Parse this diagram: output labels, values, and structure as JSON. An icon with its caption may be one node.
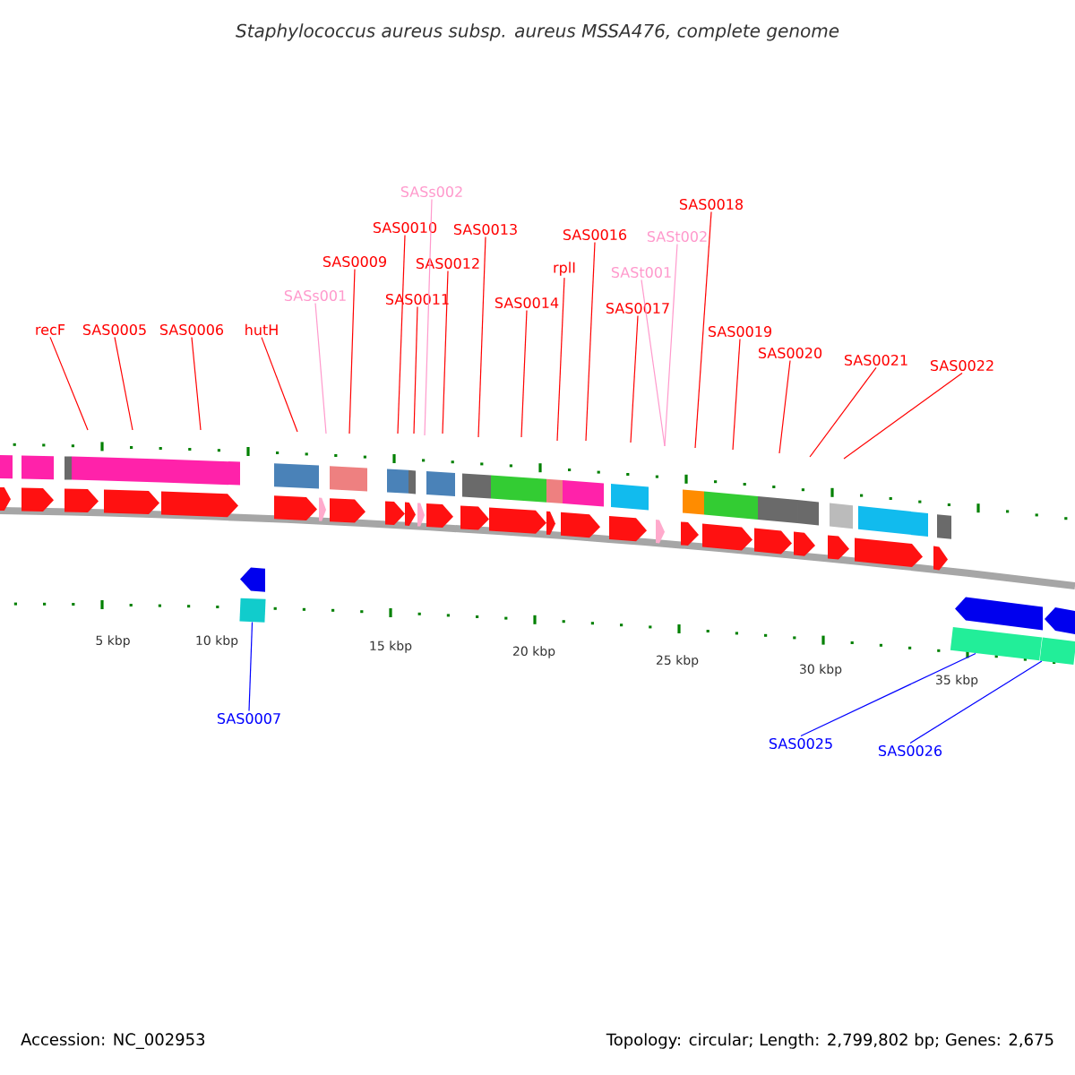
{
  "diagram": {
    "title": "Staphylococcus aureus subsp. aureus MSSA476, complete genome",
    "nodes": [
      {
        "text": [
          "recF"
        ]
      },
      {
        "text": [
          "SAS0005"
        ]
      },
      {
        "text": [
          "SAS0006"
        ]
      },
      {
        "text": [
          "hutH"
        ]
      },
      {
        "text": [
          "SASs001"
        ]
      },
      {
        "text": [
          "SAS0009"
        ]
      },
      {
        "text": [
          "SAS0010"
        ]
      },
      {
        "text": [
          "SASs002"
        ]
      },
      {
        "text": [
          "SAS0011"
        ]
      },
      {
        "text": [
          "SAS0012"
        ]
      },
      {
        "text": [
          "SAS0013"
        ]
      },
      {
        "text": [
          "SAS0014"
        ]
      },
      {
        "text": [
          "rplI"
        ]
      },
      {
        "text": [
          "SAS0016"
        ]
      },
      {
        "text": [
          "SAS0017"
        ]
      },
      {
        "text": [
          "SASt002"
        ]
      },
      {
        "text": [
          "SASt001"
        ]
      },
      {
        "text": [
          "SAS0018"
        ]
      },
      {
        "text": [
          "SAS0019"
        ]
      },
      {
        "text": [
          "SAS0020"
        ]
      },
      {
        "text": [
          "SAS0021"
        ]
      },
      {
        "text": [
          "SAS0022"
        ]
      },
      {
        "text": [
          "SAS0007"
        ]
      },
      {
        "text": [
          "SAS0025"
        ]
      },
      {
        "text": [
          "SAS0026"
        ]
      },
      {
        "text": [],
        "shape": "box"
      },
      {
        "text": [],
        "shape": "box"
      },
      {
        "text": [],
        "shape": "box"
      }
    ],
    "edges": [
      {
        "from": 0,
        "to": null,
        "arrow": "none"
      },
      {
        "from": 1,
        "to": null,
        "arrow": "none"
      },
      {
        "from": 2,
        "to": null,
        "arrow": "none"
      },
      {
        "from": 3,
        "to": null,
        "arrow": "none"
      },
      {
        "from": 4,
        "to": null,
        "arrow": "none",
        "color": "#ff99cc"
      },
      {
        "from": 5,
        "to": null,
        "arrow": "none"
      },
      {
        "from": 6,
        "to": null,
        "arrow": "none"
      },
      {
        "from": 7,
        "to": null,
        "arrow": "none",
        "color": "#ff99cc"
      },
      {
        "from": 8,
        "to": null,
        "arrow": "none"
      },
      {
        "from": 9,
        "to": null,
        "arrow": "none"
      },
      {
        "from": 10,
        "to": null,
        "arrow": "none"
      },
      {
        "from": 11,
        "to": null,
        "arrow": "none"
      },
      {
        "from": 12,
        "to": null,
        "arrow": "none"
      },
      {
        "from": 13,
        "to": null,
        "arrow": "none"
      },
      {
        "from": 14,
        "to": null,
        "arrow": "none"
      },
      {
        "from": 15,
        "to": null,
        "arrow": "none",
        "color": "#ff99cc"
      },
      {
        "from": 16,
        "to": null,
        "arrow": "none",
        "color": "#ff99cc"
      },
      {
        "from": 17,
        "to": null,
        "arrow": "none"
      },
      {
        "from": 18,
        "to": null,
        "arrow": "none"
      },
      {
        "from": 19,
        "to": null,
        "arrow": "none"
      },
      {
        "from": 20,
        "to": null,
        "arrow": "none"
      },
      {
        "from": 21,
        "to": null,
        "arrow": "none"
      },
      {
        "from": 22,
        "to": 25,
        "arrow": "none",
        "color": "#0000ff"
      },
      {
        "from": 23,
        "to": 26,
        "arrow": "none",
        "color": "#0000ff"
      },
      {
        "from": 24,
        "to": 27,
        "arrow": "none",
        "color": "#0000ff"
      }
    ],
    "labels": [
      "5 kbp",
      "10 kbp",
      "15 kbp",
      "20 kbp",
      "25 kbp",
      "30 kbp",
      "35 kbp",
      "Accession: NC_002953",
      "Topology: circular; Length: 2,799,802 bp; Genes: 2,675"
    ]
  }
}
